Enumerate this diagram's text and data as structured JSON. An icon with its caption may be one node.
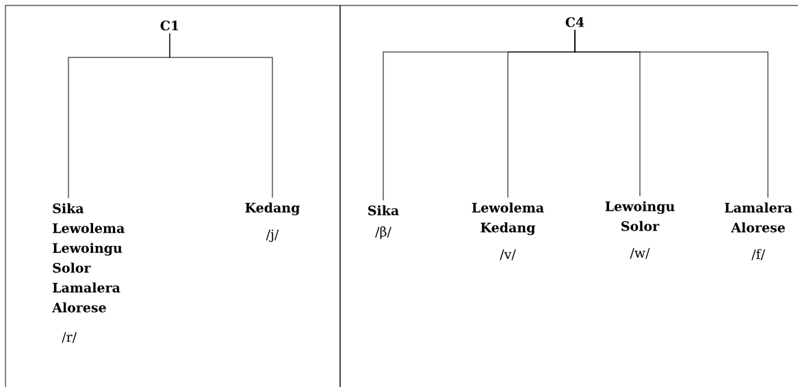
{
  "diagram": {
    "nodes": [
      {
        "text": [
          "C1"
        ]
      },
      {
        "text": [
          "Sika Lewolema Lewoingu Solor Lamalera Alorese",
          "/r/"
        ]
      },
      {
        "text": [
          "Kedang",
          "/j/"
        ]
      },
      {
        "text": [
          "C4"
        ]
      },
      {
        "text": [
          "Sika",
          "/β/"
        ]
      },
      {
        "text": [
          "Lewolema Kedang",
          "/v/"
        ]
      },
      {
        "text": [
          "Lewoingu Solor",
          "/w/"
        ]
      },
      {
        "text": [
          "Lamalera Alorese",
          "/f/"
        ]
      }
    ],
    "edges": [
      {
        "from": 0,
        "to": 1,
        "arrow": "none"
      },
      {
        "from": 0,
        "to": 2,
        "arrow": "none"
      },
      {
        "from": 3,
        "to": 4,
        "arrow": "none"
      },
      {
        "from": 3,
        "to": 5,
        "arrow": "none"
      },
      {
        "from": 3,
        "to": 6,
        "arrow": "none"
      },
      {
        "from": 3,
        "to": 7,
        "arrow": "none"
      }
    ]
  }
}
